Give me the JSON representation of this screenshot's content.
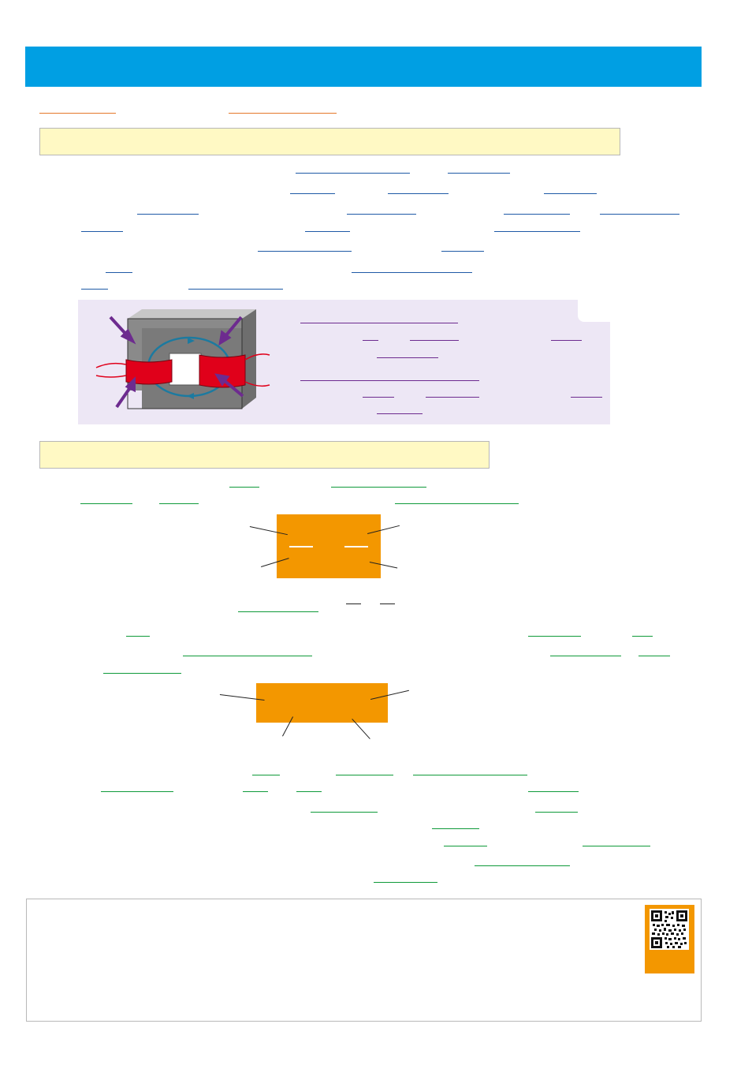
{
  "colors": {
    "header": "#009fe3",
    "section_fill": "#fff9c4",
    "panel_fill": "#ede7f5",
    "formula_fill": "#f39700",
    "blank_orange": "#e5782a",
    "blank_blue": "#1f5aa6",
    "blank_purple": "#6d2b8f",
    "blank_green": "#0f9a3a"
  },
  "figure": {
    "subject": "transformer-core-with-two-windings",
    "icons": [
      "iron-core",
      "primary-coil",
      "secondary-coil",
      "magnetic-flux-loop",
      "eddy-current-arrows"
    ]
  },
  "qr_code": {
    "icon": "qr-code-icon"
  }
}
